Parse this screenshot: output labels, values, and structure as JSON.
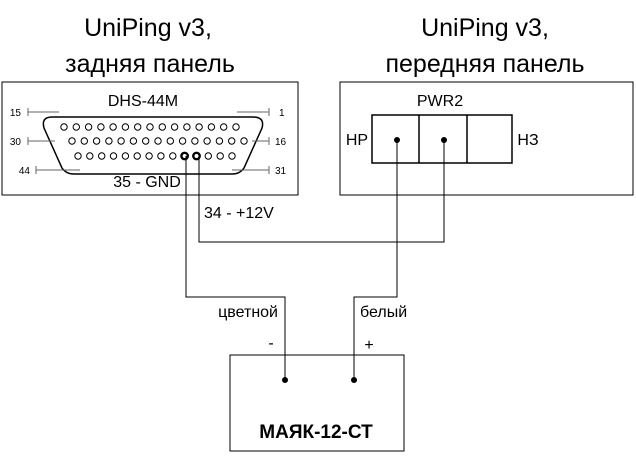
{
  "headings": {
    "left_line1": "UniPing v3,",
    "left_line2": "задняя панель",
    "right_line1": "UniPing v3,",
    "right_line2": "передняя панель"
  },
  "connector": {
    "name": "DHS-44M",
    "pin_15": "15",
    "pin_1": "1",
    "pin_30": "30",
    "pin_16": "16",
    "pin_44": "44",
    "pin_31": "31",
    "gnd_label": "35 - GND",
    "v12_label": "34 - +12V"
  },
  "pwr": {
    "name": "PWR2",
    "left_label": "НР",
    "right_label": "НЗ"
  },
  "wires": {
    "colored": "цветной",
    "white": "белый",
    "minus": "-",
    "plus": "+"
  },
  "device": {
    "name": "МАЯК-12-СТ"
  }
}
